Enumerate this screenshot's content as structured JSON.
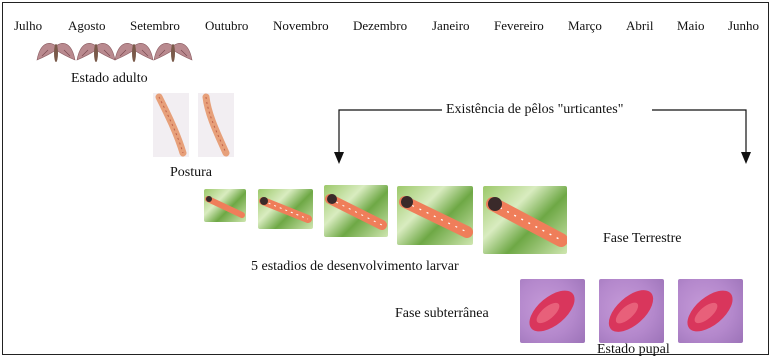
{
  "months": [
    "Julho",
    "Agosto",
    "Setembro",
    "Outubro",
    "Novembro",
    "Dezembro",
    "Janeiro",
    "Fevereiro",
    "Março",
    "Abril",
    "Maio",
    "Junho"
  ],
  "labels": {
    "adult": "Estado adulto",
    "egg_laying": "Postura",
    "hairs": "Existência de pêlos \"urticantes\"",
    "terrestrial": "Fase Terrestre",
    "larval": "5 estadios de desenvolvimento larvar",
    "subterranean": "Fase subterrânea",
    "pupal": "Estado pupal"
  },
  "icons": {
    "adult": "moth-icon",
    "egg": "egg-cluster-icon",
    "larva": "caterpillar-icon",
    "pupa": "pupa-icon"
  },
  "colors": {
    "moth_wing": "#b98a8f",
    "caterpillar": "#ef7e5a",
    "leaf": "#8fc062",
    "pupa_bg": "#b488cc",
    "pupa_body": "#d9365c"
  }
}
